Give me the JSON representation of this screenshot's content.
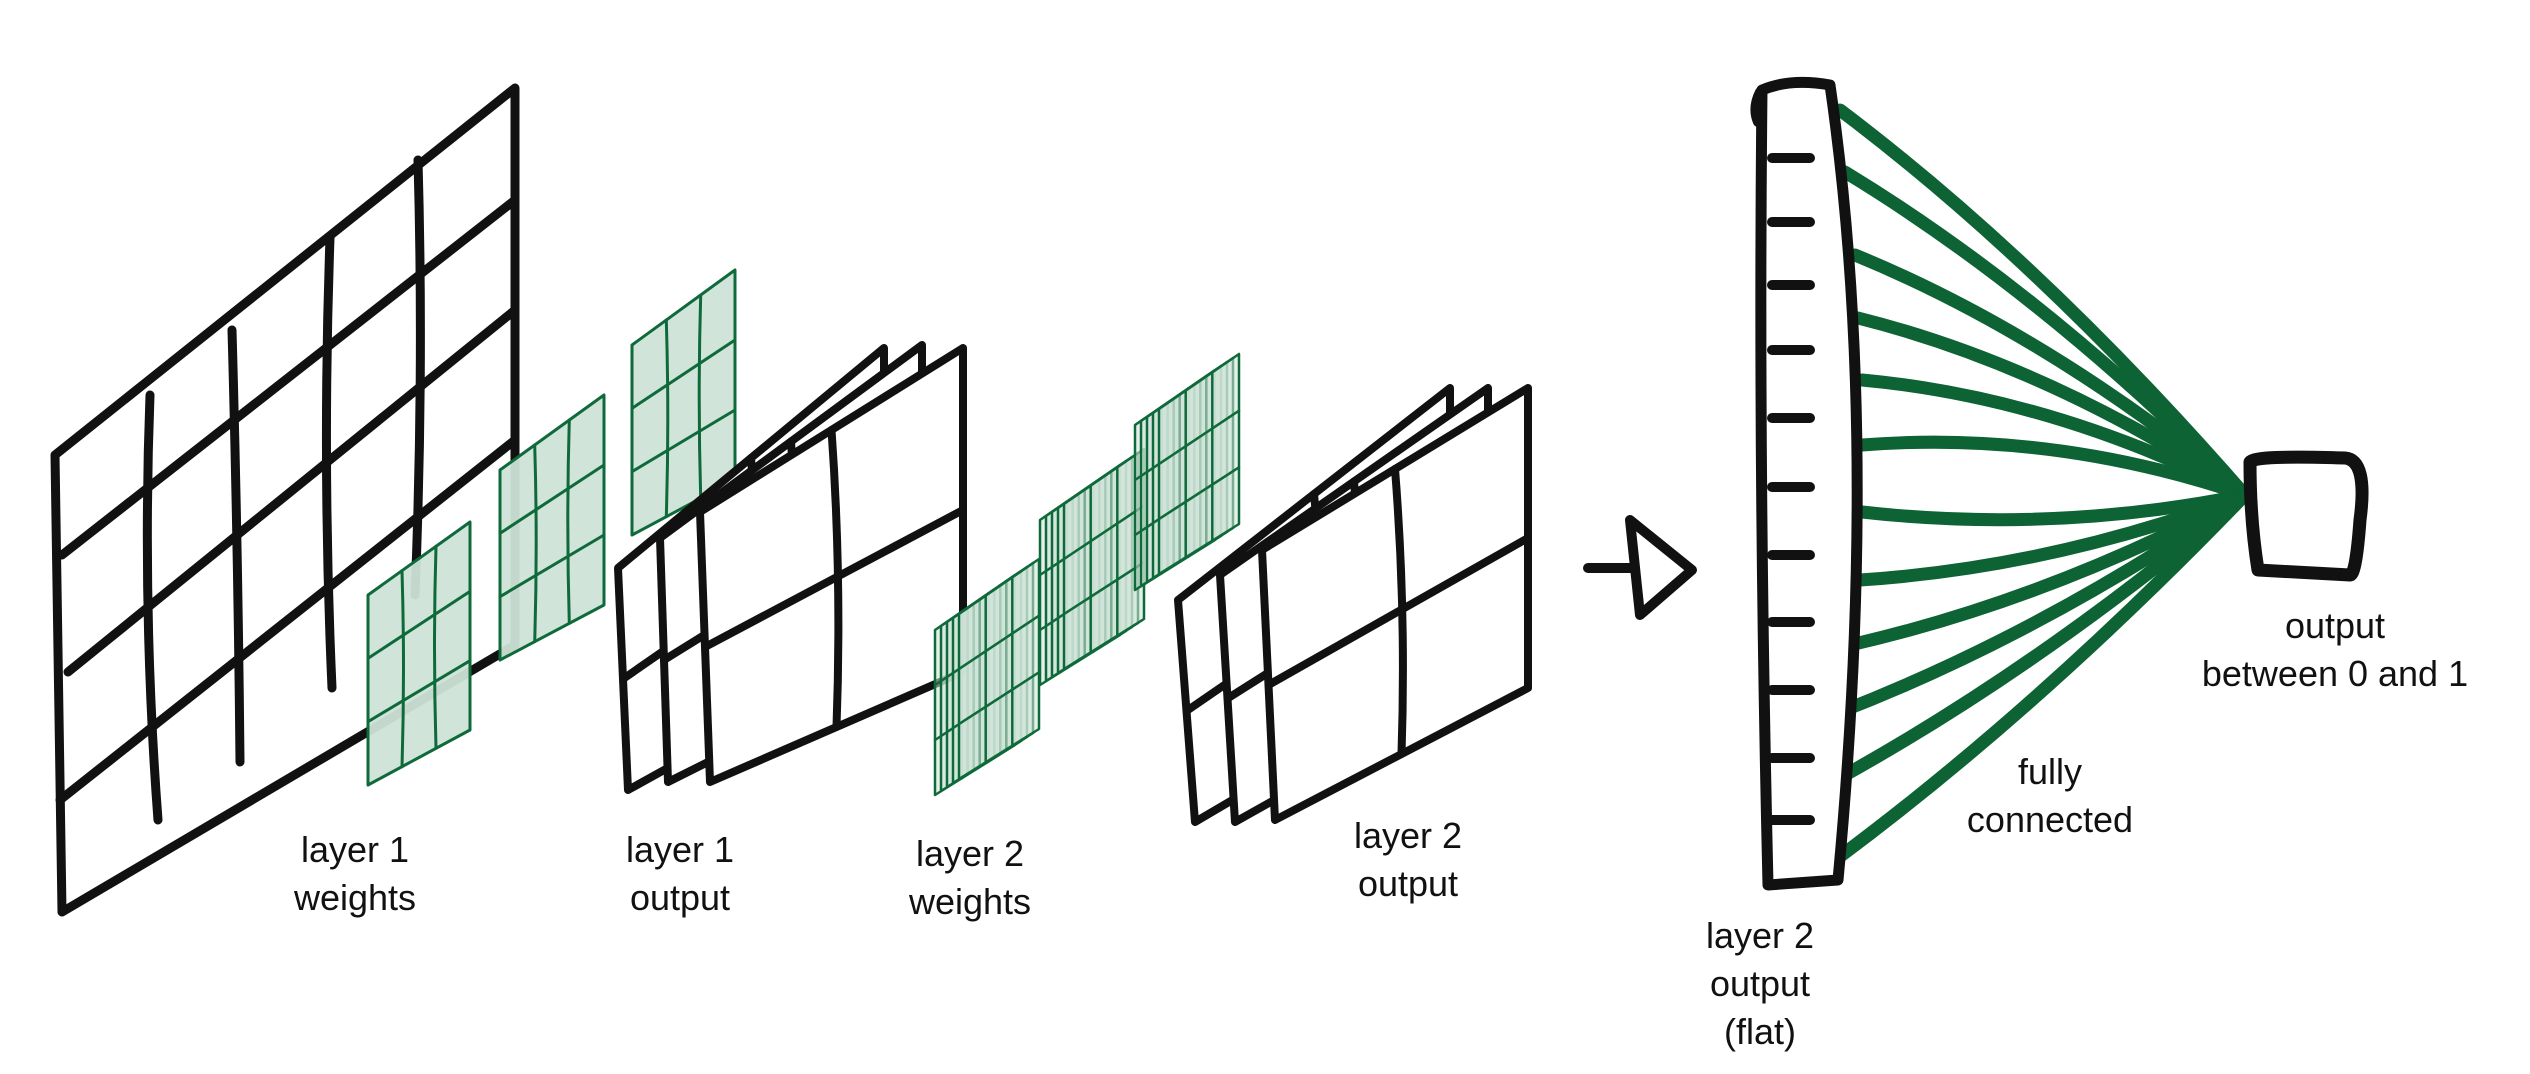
{
  "colors": {
    "ink": "#111111",
    "weights_fill": "#cfe3d8",
    "weights_stroke": "#0f6a3b",
    "connection": "#0d6333"
  },
  "labels": {
    "layer1_weights": [
      "layer 1",
      "weights"
    ],
    "layer1_output": [
      "layer 1",
      "output"
    ],
    "layer2_weights": [
      "layer 2",
      "weights"
    ],
    "layer2_output": [
      "layer 2",
      "output"
    ],
    "layer2_output_flat": [
      "layer 2",
      "output",
      "(flat)"
    ],
    "fully_connected": [
      "fully",
      "connected"
    ],
    "final_output": [
      "output",
      "between 0 and 1"
    ]
  },
  "icons": {
    "arrow": "arrow-right-icon"
  }
}
